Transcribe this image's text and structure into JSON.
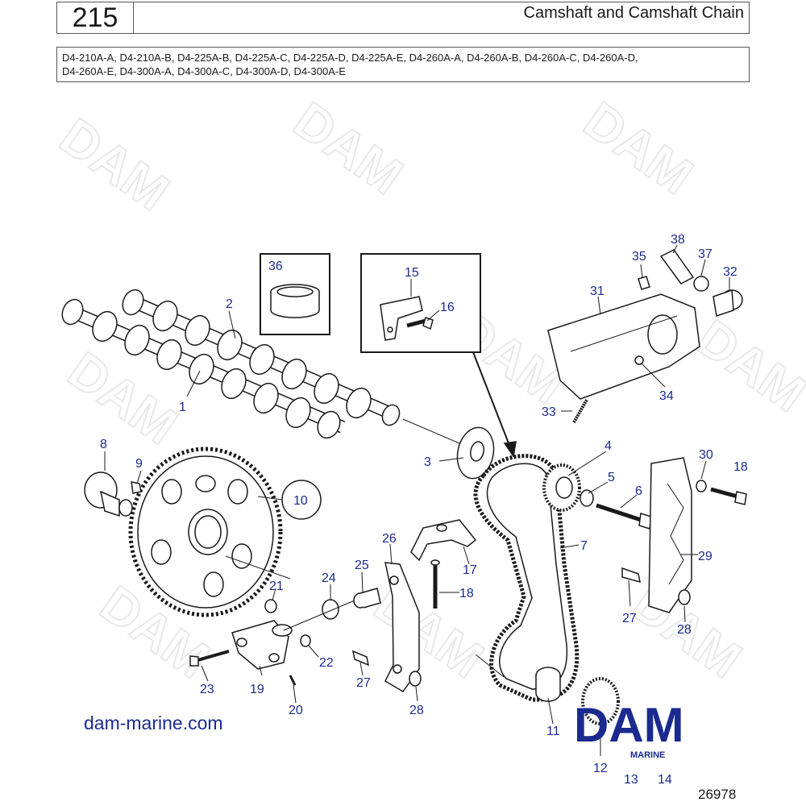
{
  "header": {
    "page_number": "215",
    "title": "Camshaft and Camshaft Chain"
  },
  "models": {
    "line1": "D4-210A-A, D4-210A-B, D4-225A-B, D4-225A-C, D4-225A-D, D4-225A-E, D4-260A-A, D4-260A-B, D4-260A-C, D4-260A-D,",
    "line2": "D4-260A-E, D4-300A-A, D4-300A-C, D4-300A-D, D4-300A-E"
  },
  "watermark": "DAM",
  "callouts": {
    "c1": "1",
    "c2": "2",
    "c3": "3",
    "c4": "4",
    "c5": "5",
    "c6": "6",
    "c7": "7",
    "c8": "8",
    "c9": "9",
    "c10": "10",
    "c11": "11",
    "c12": "12",
    "c13": "13",
    "c14": "14",
    "c15": "15",
    "c16": "16",
    "c17": "17",
    "c18a": "18",
    "c18b": "18",
    "c19": "19",
    "c20": "20",
    "c21": "21",
    "c22": "22",
    "c23": "23",
    "c24": "24",
    "c25": "25",
    "c26": "26",
    "c27a": "27",
    "c27b": "27",
    "c28a": "28",
    "c28b": "28",
    "c29": "29",
    "c30": "30",
    "c31": "31",
    "c32": "32",
    "c33": "33",
    "c34": "34",
    "c35": "35",
    "c36": "36",
    "c37": "37",
    "c38": "38"
  },
  "footer": {
    "website": "dam-marine.com",
    "figure_id": "26978",
    "logo_text": "DAM",
    "logo_subtext": "MARINE"
  },
  "colors": {
    "callout": "#1b2a8f",
    "line_art": "#1a1a1a",
    "watermark": "#e6e6e6"
  }
}
